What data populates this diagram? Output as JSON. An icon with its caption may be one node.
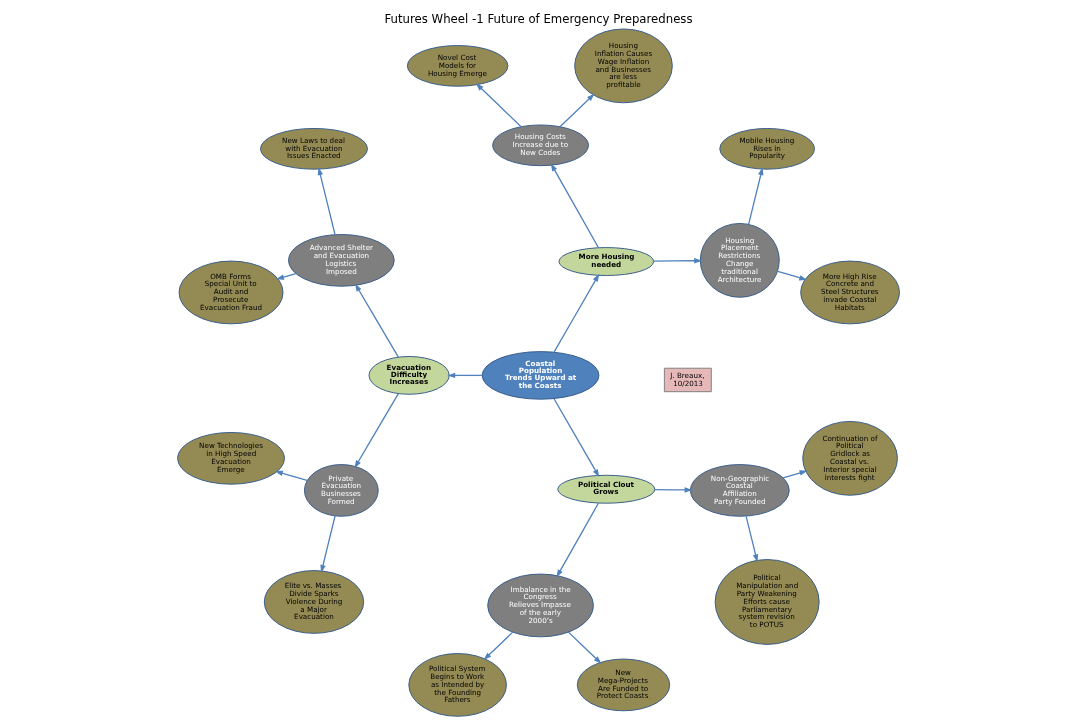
{
  "diagram": {
    "title": "Futures Wheel -1 Future of Emergency Preparedness",
    "nodes": [
      {
        "text": [
          "Coastal Population Trends Upward at the Coasts"
        ]
      },
      {
        "text": [
          "More Housing needed"
        ]
      },
      {
        "text": [
          "Housing Placement Restrictions Change traditional Architecture"
        ]
      },
      {
        "text": [
          "More High Rise Concrete and Steel Structures invade Coastal Habitats"
        ]
      },
      {
        "text": [
          "Mobile Housing Rises in Popularity"
        ]
      },
      {
        "text": [
          "Housing Costs Increase due to New Codes"
        ]
      },
      {
        "text": [
          "Housing Inflation Causes Wage Inflation and Businesses are less profitable"
        ]
      },
      {
        "text": [
          "Novel Cost Models for Housing Emerge"
        ]
      },
      {
        "text": [
          "Evacuation Difficulty Increases"
        ]
      },
      {
        "text": [
          "Advanced Shelter and Evacuation Logistics Imposed"
        ]
      },
      {
        "text": [
          "New Laws to deal with Evacuation Issues Enacted"
        ]
      },
      {
        "text": [
          "OMB Forms Special Unit to Audit and Prosecute Evacuation Fraud"
        ]
      },
      {
        "text": [
          "Private Evacuation Businesses Formed"
        ]
      },
      {
        "text": [
          "New Technologies in High Speed Evacuation Emerge"
        ]
      },
      {
        "text": [
          "Elite vs. Masses Divide Sparks Violence During a Major Evacuation"
        ]
      },
      {
        "text": [
          "Political Clout Grows"
        ]
      },
      {
        "text": [
          "Imbalance in the Congress Relieves Impasse of the early 2000’s"
        ]
      },
      {
        "text": [
          "Political System Begins to Work as Intended by the Founding Fathers"
        ]
      },
      {
        "text": [
          "New Mega-Projects Are Funded to Protect Coasts"
        ]
      },
      {
        "text": [
          "Non-Geographic Coastal Affiliation Party Founded"
        ]
      },
      {
        "text": [
          "Political Manipulation and Party Weakening Efforts cause Parliamentary system revision to POTUS"
        ]
      },
      {
        "text": [
          "Continuation of Political Gridlock as Coastal vs. Interior special interests fight"
        ]
      },
      {
        "text": [
          "J. Breaux, 10/2013"
        ]
      }
    ],
    "edges": [
      {
        "from": 0,
        "to": 1,
        "arrow": "to"
      },
      {
        "from": 1,
        "to": 2,
        "arrow": "to"
      },
      {
        "from": 2,
        "to": 3,
        "arrow": "to"
      },
      {
        "from": 2,
        "to": 4,
        "arrow": "to"
      },
      {
        "from": 1,
        "to": 5,
        "arrow": "to"
      },
      {
        "from": 5,
        "to": 6,
        "arrow": "to"
      },
      {
        "from": 5,
        "to": 7,
        "arrow": "to"
      },
      {
        "from": 0,
        "to": 8,
        "arrow": "to"
      },
      {
        "from": 8,
        "to": 9,
        "arrow": "to"
      },
      {
        "from": 9,
        "to": 10,
        "arrow": "to"
      },
      {
        "from": 9,
        "to": 11,
        "arrow": "to"
      },
      {
        "from": 8,
        "to": 12,
        "arrow": "to"
      },
      {
        "from": 12,
        "to": 13,
        "arrow": "to"
      },
      {
        "from": 12,
        "to": 14,
        "arrow": "to"
      },
      {
        "from": 0,
        "to": 15,
        "arrow": "to"
      },
      {
        "from": 15,
        "to": 16,
        "arrow": "to"
      },
      {
        "from": 16,
        "to": 17,
        "arrow": "to"
      },
      {
        "from": 16,
        "to": 18,
        "arrow": "to"
      },
      {
        "from": 15,
        "to": 19,
        "arrow": "to"
      },
      {
        "from": 19,
        "to": 20,
        "arrow": "to"
      },
      {
        "from": 19,
        "to": 21,
        "arrow": "to"
      }
    ]
  }
}
